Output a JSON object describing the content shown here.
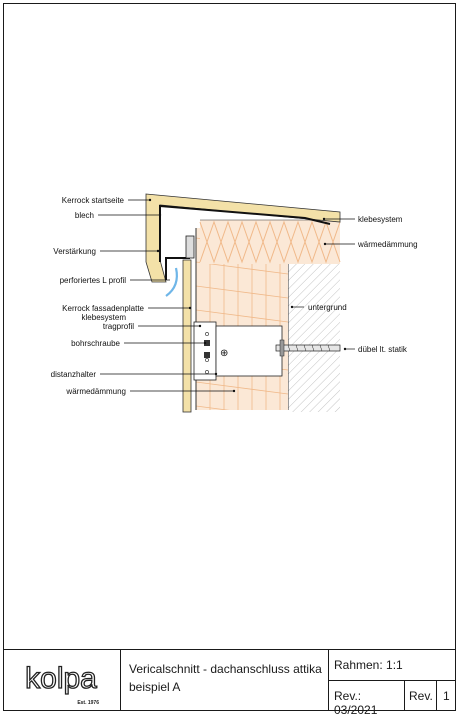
{
  "labels_left": {
    "kerrock_startseite": "Kerrock startseite",
    "blech": "blech",
    "verstaerkung": "Verstärkung",
    "perforiertes_l_profil": "perforiertes L profil",
    "kerrock_fassadenplatte": "Kerrock fassadenplatte",
    "klebesystem": "klebesystem",
    "tragprofil": "tragprofil",
    "bohrschraube": "bohrschraube",
    "distanzhalter": "distanzhalter",
    "waermedaemmung": "wärmedämmung"
  },
  "labels_right": {
    "klebesystem": "klebesystem",
    "waermedaemmung": "wärmedämmung",
    "untergrund": "untergrund",
    "duebel": "dübel lt. statik"
  },
  "colors": {
    "kerrock": "#f3e1a8",
    "insulation_fill": "#fbe8d6",
    "insulation_line": "#f0b98a",
    "substrate_hatch": "#9a9a9a",
    "perforated_profile": "#6fb6e8"
  },
  "title_block": {
    "logo_text": "kolpa",
    "logo_est": "Est. 1976",
    "title_line1": "Vericalschnitt - dachanschluss attika",
    "title_line2": "beispiel A",
    "scale": "Rahmen: 1:1",
    "rev_date": "Rev.: 03/2021",
    "rev_label": "Rev.",
    "rev_number": "1"
  }
}
